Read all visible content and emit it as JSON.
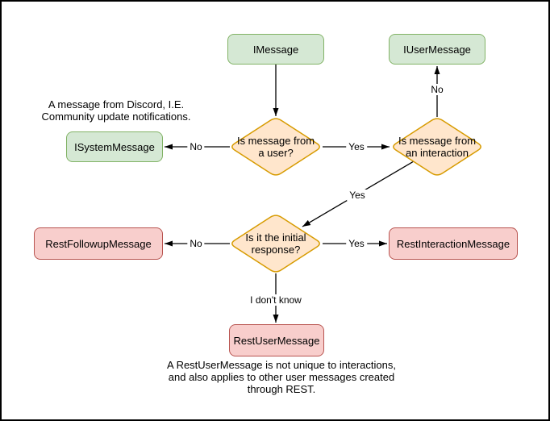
{
  "colors": {
    "background": "#ffffff",
    "frame": "#000000",
    "edge": "#000000",
    "text": "#000000",
    "green_fill": "#d5e8d4",
    "green_stroke": "#82b366",
    "orange_fill": "#ffe6cc",
    "orange_stroke": "#d79b00",
    "red_fill": "#f8cecc",
    "red_stroke": "#b85450"
  },
  "nodes": {
    "imessage": {
      "label": "IMessage",
      "type": "green"
    },
    "iusermessage": {
      "label": "IUserMessage",
      "type": "green"
    },
    "isystemmessage": {
      "label": "ISystemMessage",
      "type": "green"
    },
    "restfollowupmessage": {
      "label": "RestFollowupMessage",
      "type": "red"
    },
    "restinteractionmessage": {
      "label": "RestInteractionMessage",
      "type": "red"
    },
    "restusermessage": {
      "label": "RestUserMessage",
      "type": "red"
    }
  },
  "decisions": {
    "is_from_user": {
      "line1": "Is message from",
      "line2": "a user?"
    },
    "is_from_interaction": {
      "line1": "Is message from",
      "line2": "an interaction"
    },
    "is_initial_response": {
      "line1": "Is it the initial",
      "line2": "response?"
    }
  },
  "edge_labels": {
    "user_no": "No",
    "user_yes": "Yes",
    "interaction_no": "No",
    "interaction_yes": "Yes",
    "initial_no": "No",
    "initial_yes": "Yes",
    "initial_unknown": "I don't know"
  },
  "annotations": {
    "system_note": {
      "line1": "A message from Discord, I.E.",
      "line2": "Community update notifications."
    },
    "rest_note": {
      "line1": "A RestUserMessage is not unique to interactions,",
      "line2": "and also applies to other user messages created",
      "line3": "through REST."
    }
  }
}
